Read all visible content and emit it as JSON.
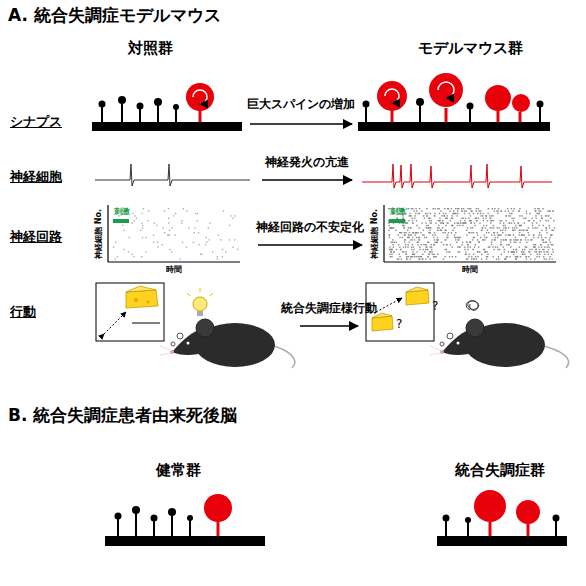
{
  "diagram": {
    "labels": [
      "A. 統合失調症モデルマウス",
      "対照群",
      "モデルマウス群",
      "シナプス",
      "巨大スパインの増加",
      "神経細胞",
      "神経発火の亢進",
      "神経回路",
      "神経細胞 No.",
      "刺激",
      "時間",
      "神経回路の不安定化",
      "神経細胞 No.",
      "刺激",
      "時間",
      "行動",
      "統合失調症様行動",
      "?",
      "?",
      "B. 統合失調症患者由来死後脳",
      "健常群",
      "統合失調症群"
    ]
  }
}
